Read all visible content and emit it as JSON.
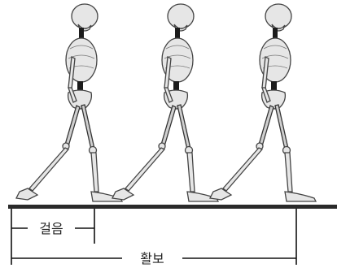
{
  "diagram": {
    "step_label": "걸음",
    "stride_label": "활보",
    "figures": [
      {
        "name": "skeleton-1"
      },
      {
        "name": "skeleton-2"
      },
      {
        "name": "skeleton-3"
      }
    ]
  }
}
